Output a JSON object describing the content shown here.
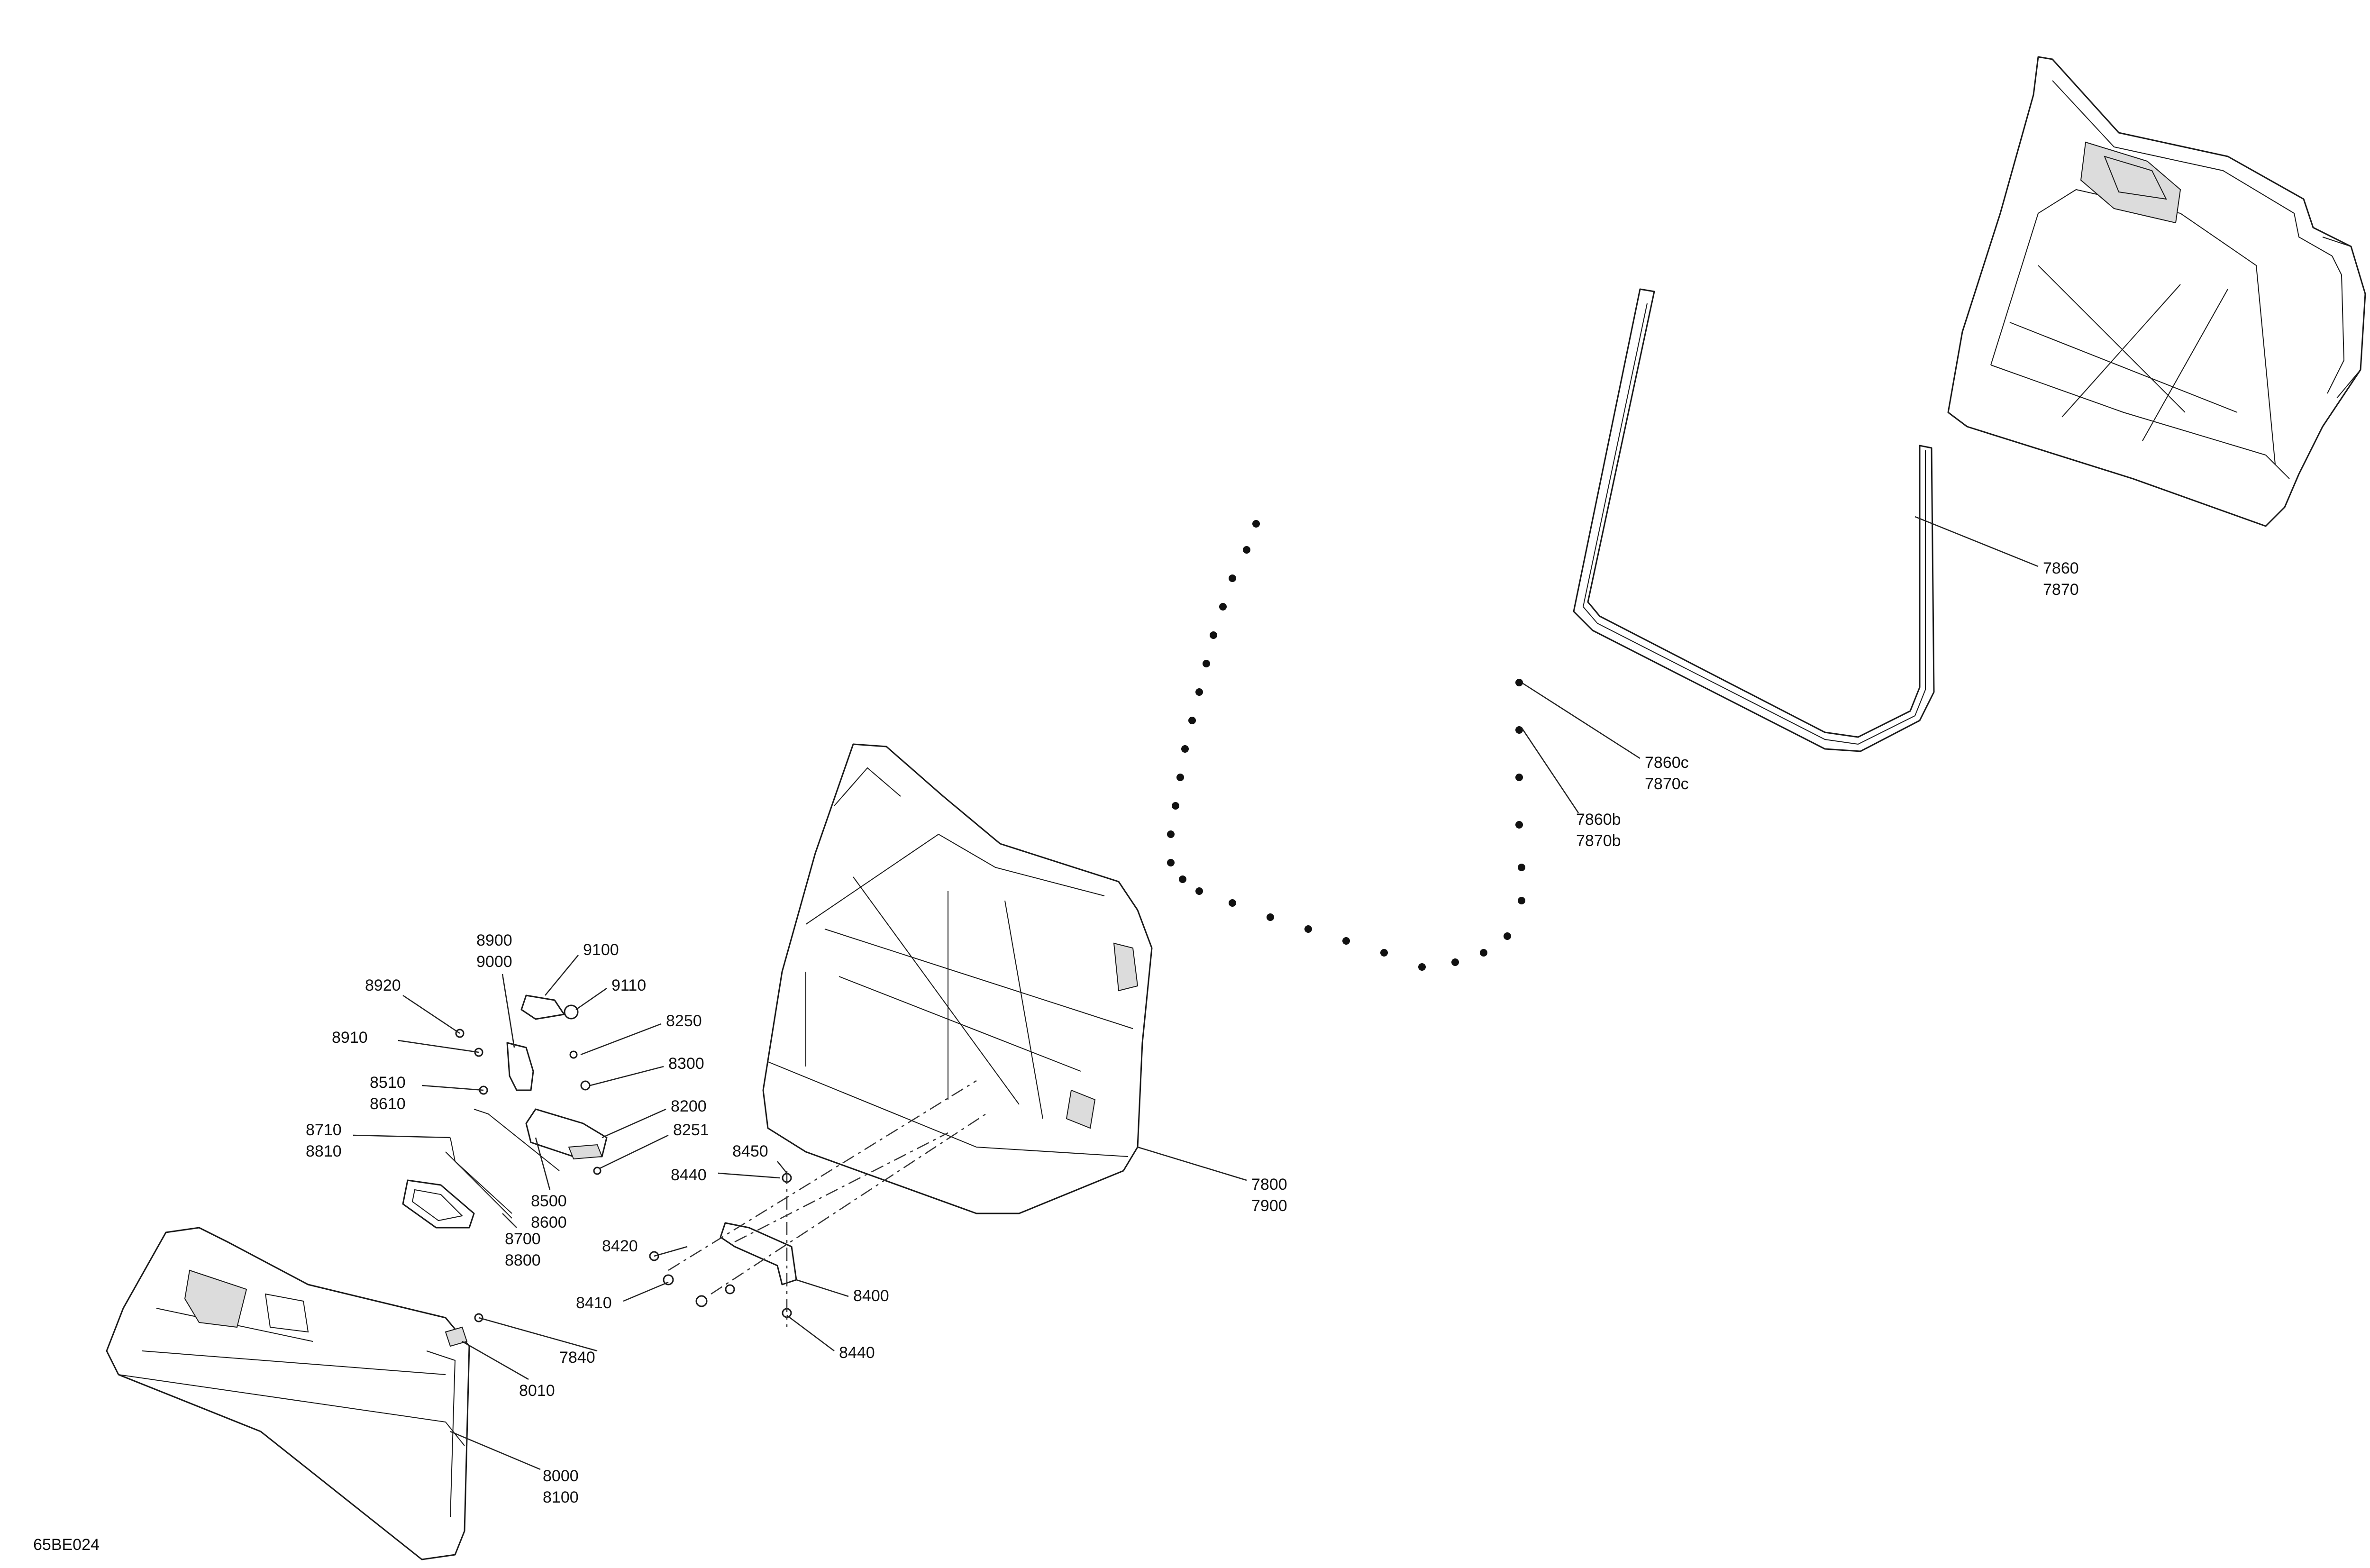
{
  "diagram": {
    "drawing_code": "65BE024",
    "callouts": [
      {
        "id": "7860",
        "sub": "7870"
      },
      {
        "id": "7860c",
        "sub": "7870c"
      },
      {
        "id": "7860b",
        "sub": "7870b"
      },
      {
        "id": "7800",
        "sub": "7900"
      },
      {
        "id": "8900",
        "sub": "9000"
      },
      {
        "id": "9100",
        "sub": ""
      },
      {
        "id": "9110",
        "sub": ""
      },
      {
        "id": "8920",
        "sub": ""
      },
      {
        "id": "8250",
        "sub": ""
      },
      {
        "id": "8910",
        "sub": ""
      },
      {
        "id": "8300",
        "sub": ""
      },
      {
        "id": "8510",
        "sub": "8610"
      },
      {
        "id": "8200",
        "sub": ""
      },
      {
        "id": "8710",
        "sub": "8810"
      },
      {
        "id": "8251",
        "sub": ""
      },
      {
        "id": "8450",
        "sub": ""
      },
      {
        "id": "8440",
        "sub": ""
      },
      {
        "id": "8500",
        "sub": "8600"
      },
      {
        "id": "8700",
        "sub": "8800"
      },
      {
        "id": "8420",
        "sub": ""
      },
      {
        "id": "8400",
        "sub": ""
      },
      {
        "id": "8410",
        "sub": ""
      },
      {
        "id": "8440",
        "sub": ""
      },
      {
        "id": "7840",
        "sub": ""
      },
      {
        "id": "8010",
        "sub": ""
      },
      {
        "id": "8000",
        "sub": "8100"
      }
    ]
  }
}
